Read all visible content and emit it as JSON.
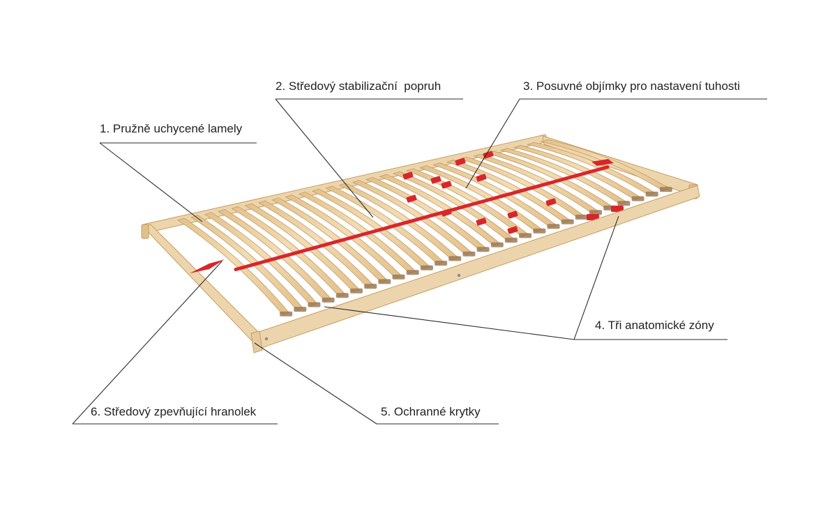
{
  "callouts": [
    {
      "id": "lamely",
      "text": "1. Pružně uchycené lamely"
    },
    {
      "id": "popruh",
      "text": "2. Středový stabilizační  popruh"
    },
    {
      "id": "objimky",
      "text": "3. Posuvné objímky pro nastavení tuhosti"
    },
    {
      "id": "zony",
      "text": "4. Tři anatomické zóny"
    },
    {
      "id": "krytky",
      "text": "5. Ochranné krytky"
    },
    {
      "id": "hranolek",
      "text": "6. Středový zpevňující hranolek"
    }
  ],
  "colors": {
    "background": "#ffffff",
    "wood_light": "#f1dcb4",
    "wood_mid": "#e2c08b",
    "wood_dark": "#c79c5e",
    "frame": "#ecd5ad",
    "strap": "#d9262b",
    "leader_line": "#2a2a2a",
    "text": "#222222"
  },
  "slat_count": 28
}
